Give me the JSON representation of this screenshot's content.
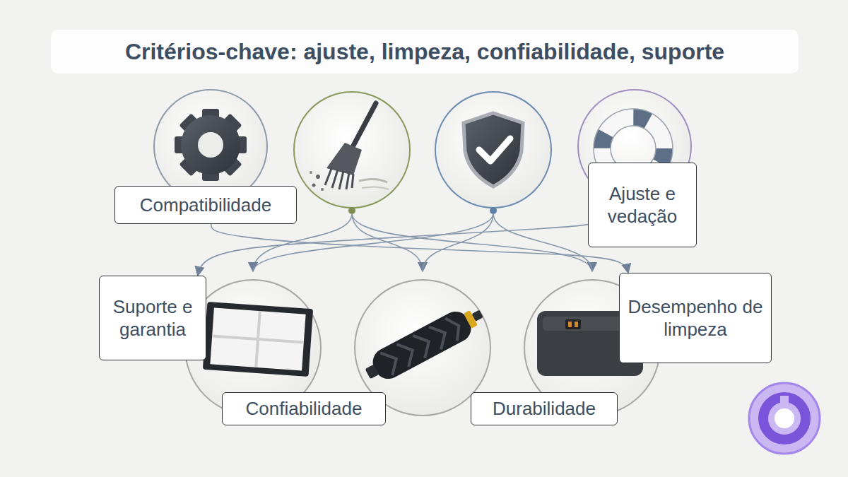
{
  "diagram": {
    "title": "Critérios-chave: ajuste, limpeza, confiabilidade, suporte",
    "nodes": [
      {
        "text": [
          "Compatibilidade"
        ]
      },
      {
        "text": [
          "Ajuste e vedação"
        ]
      },
      {
        "text": [
          "Suporte e garantia"
        ]
      },
      {
        "text": [
          "Desempenho de limpeza"
        ]
      },
      {
        "text": [
          "Confiabilidade"
        ]
      },
      {
        "text": [
          "Durabilidade"
        ]
      }
    ],
    "edges": [
      {
        "from": 0,
        "to": 3,
        "arrow": "to"
      },
      {
        "from": 1,
        "to": 2,
        "arrow": "to"
      }
    ]
  }
}
